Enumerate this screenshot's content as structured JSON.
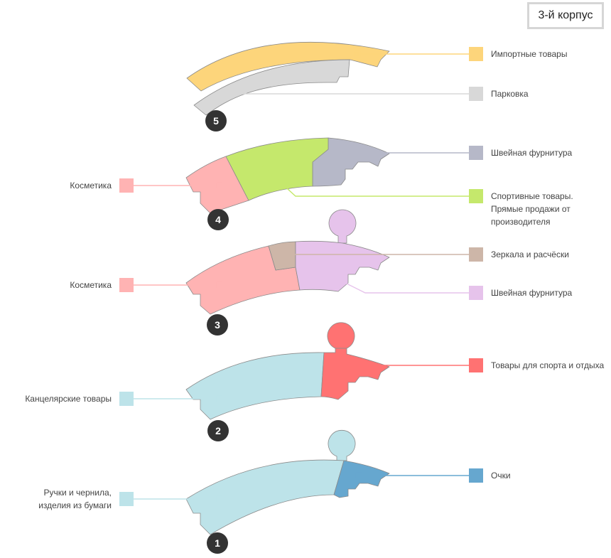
{
  "building": {
    "label": "3-й корпус"
  },
  "colors": {
    "import": "#fdd57b",
    "parking": "#d8d8d8",
    "sewing_gray": "#b6b8c8",
    "sport_green": "#c5e86c",
    "cosmetics": "#ffb3b3",
    "mirrors": "#cdb6a8",
    "sewing_violet": "#e6c3eb",
    "stationery": "#bde3e9",
    "sport_red": "#ff7272",
    "glasses": "#66a7cf",
    "marker": "#333333"
  },
  "floors": [
    {
      "number": "5",
      "zones": [
        {
          "id": "import",
          "label": [
            "Импортные товары"
          ],
          "color": "#fdd57b",
          "side": "right"
        },
        {
          "id": "parking",
          "label": [
            "Парковка"
          ],
          "color": "#d8d8d8",
          "side": "right"
        }
      ]
    },
    {
      "number": "4",
      "zones": [
        {
          "id": "cosmetics4",
          "label": [
            "Косметика"
          ],
          "color": "#ffb3b3",
          "side": "left"
        },
        {
          "id": "sewing4",
          "label": [
            "Швейная фурнитура"
          ],
          "color": "#b6b8c8",
          "side": "right"
        },
        {
          "id": "sport4",
          "label": [
            "Спортивные товары.",
            "Прямые продажи от",
            "производителя"
          ],
          "color": "#c5e86c",
          "side": "right"
        }
      ]
    },
    {
      "number": "3",
      "zones": [
        {
          "id": "cosmetics3",
          "label": [
            "Косметика"
          ],
          "color": "#ffb3b3",
          "side": "left"
        },
        {
          "id": "mirrors3",
          "label": [
            "Зеркала и расчёски"
          ],
          "color": "#cdb6a8",
          "side": "right"
        },
        {
          "id": "sewing3",
          "label": [
            "Швейная фурнитура"
          ],
          "color": "#e6c3eb",
          "side": "right"
        }
      ]
    },
    {
      "number": "2",
      "zones": [
        {
          "id": "stationery2",
          "label": [
            "Канцелярские товары"
          ],
          "color": "#bde3e9",
          "side": "left"
        },
        {
          "id": "sport2",
          "label": [
            "Товары для спорта и отдыха"
          ],
          "color": "#ff7272",
          "side": "right"
        }
      ]
    },
    {
      "number": "1",
      "zones": [
        {
          "id": "paper1",
          "label": [
            "Ручки и чернила,",
            "изделия из бумаги"
          ],
          "color": "#bde3e9",
          "side": "left"
        },
        {
          "id": "glasses1",
          "label": [
            "Очки"
          ],
          "color": "#66a7cf",
          "side": "right"
        }
      ]
    }
  ]
}
